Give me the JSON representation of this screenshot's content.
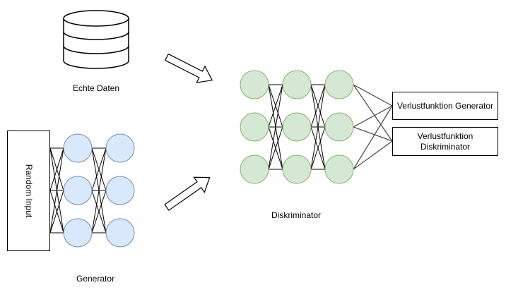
{
  "labels": {
    "real_data": "Echte Daten",
    "random_input": "Random Input",
    "generator": "Generator",
    "discriminator": "Diskriminator",
    "loss_generator": "Verlustfunktion Generator",
    "loss_discriminator_line1": "Verlustfunktion",
    "loss_discriminator_line2": "Diskriminator"
  },
  "colors": {
    "generator_fill": "#dae8fc",
    "generator_stroke": "#6c8ebf",
    "discriminator_fill": "#d5e8d4",
    "discriminator_stroke": "#82b366",
    "line": "#000000",
    "output_line": "#444444"
  },
  "icons": {
    "database": "database-icon",
    "arrow": "arrow-icon"
  }
}
